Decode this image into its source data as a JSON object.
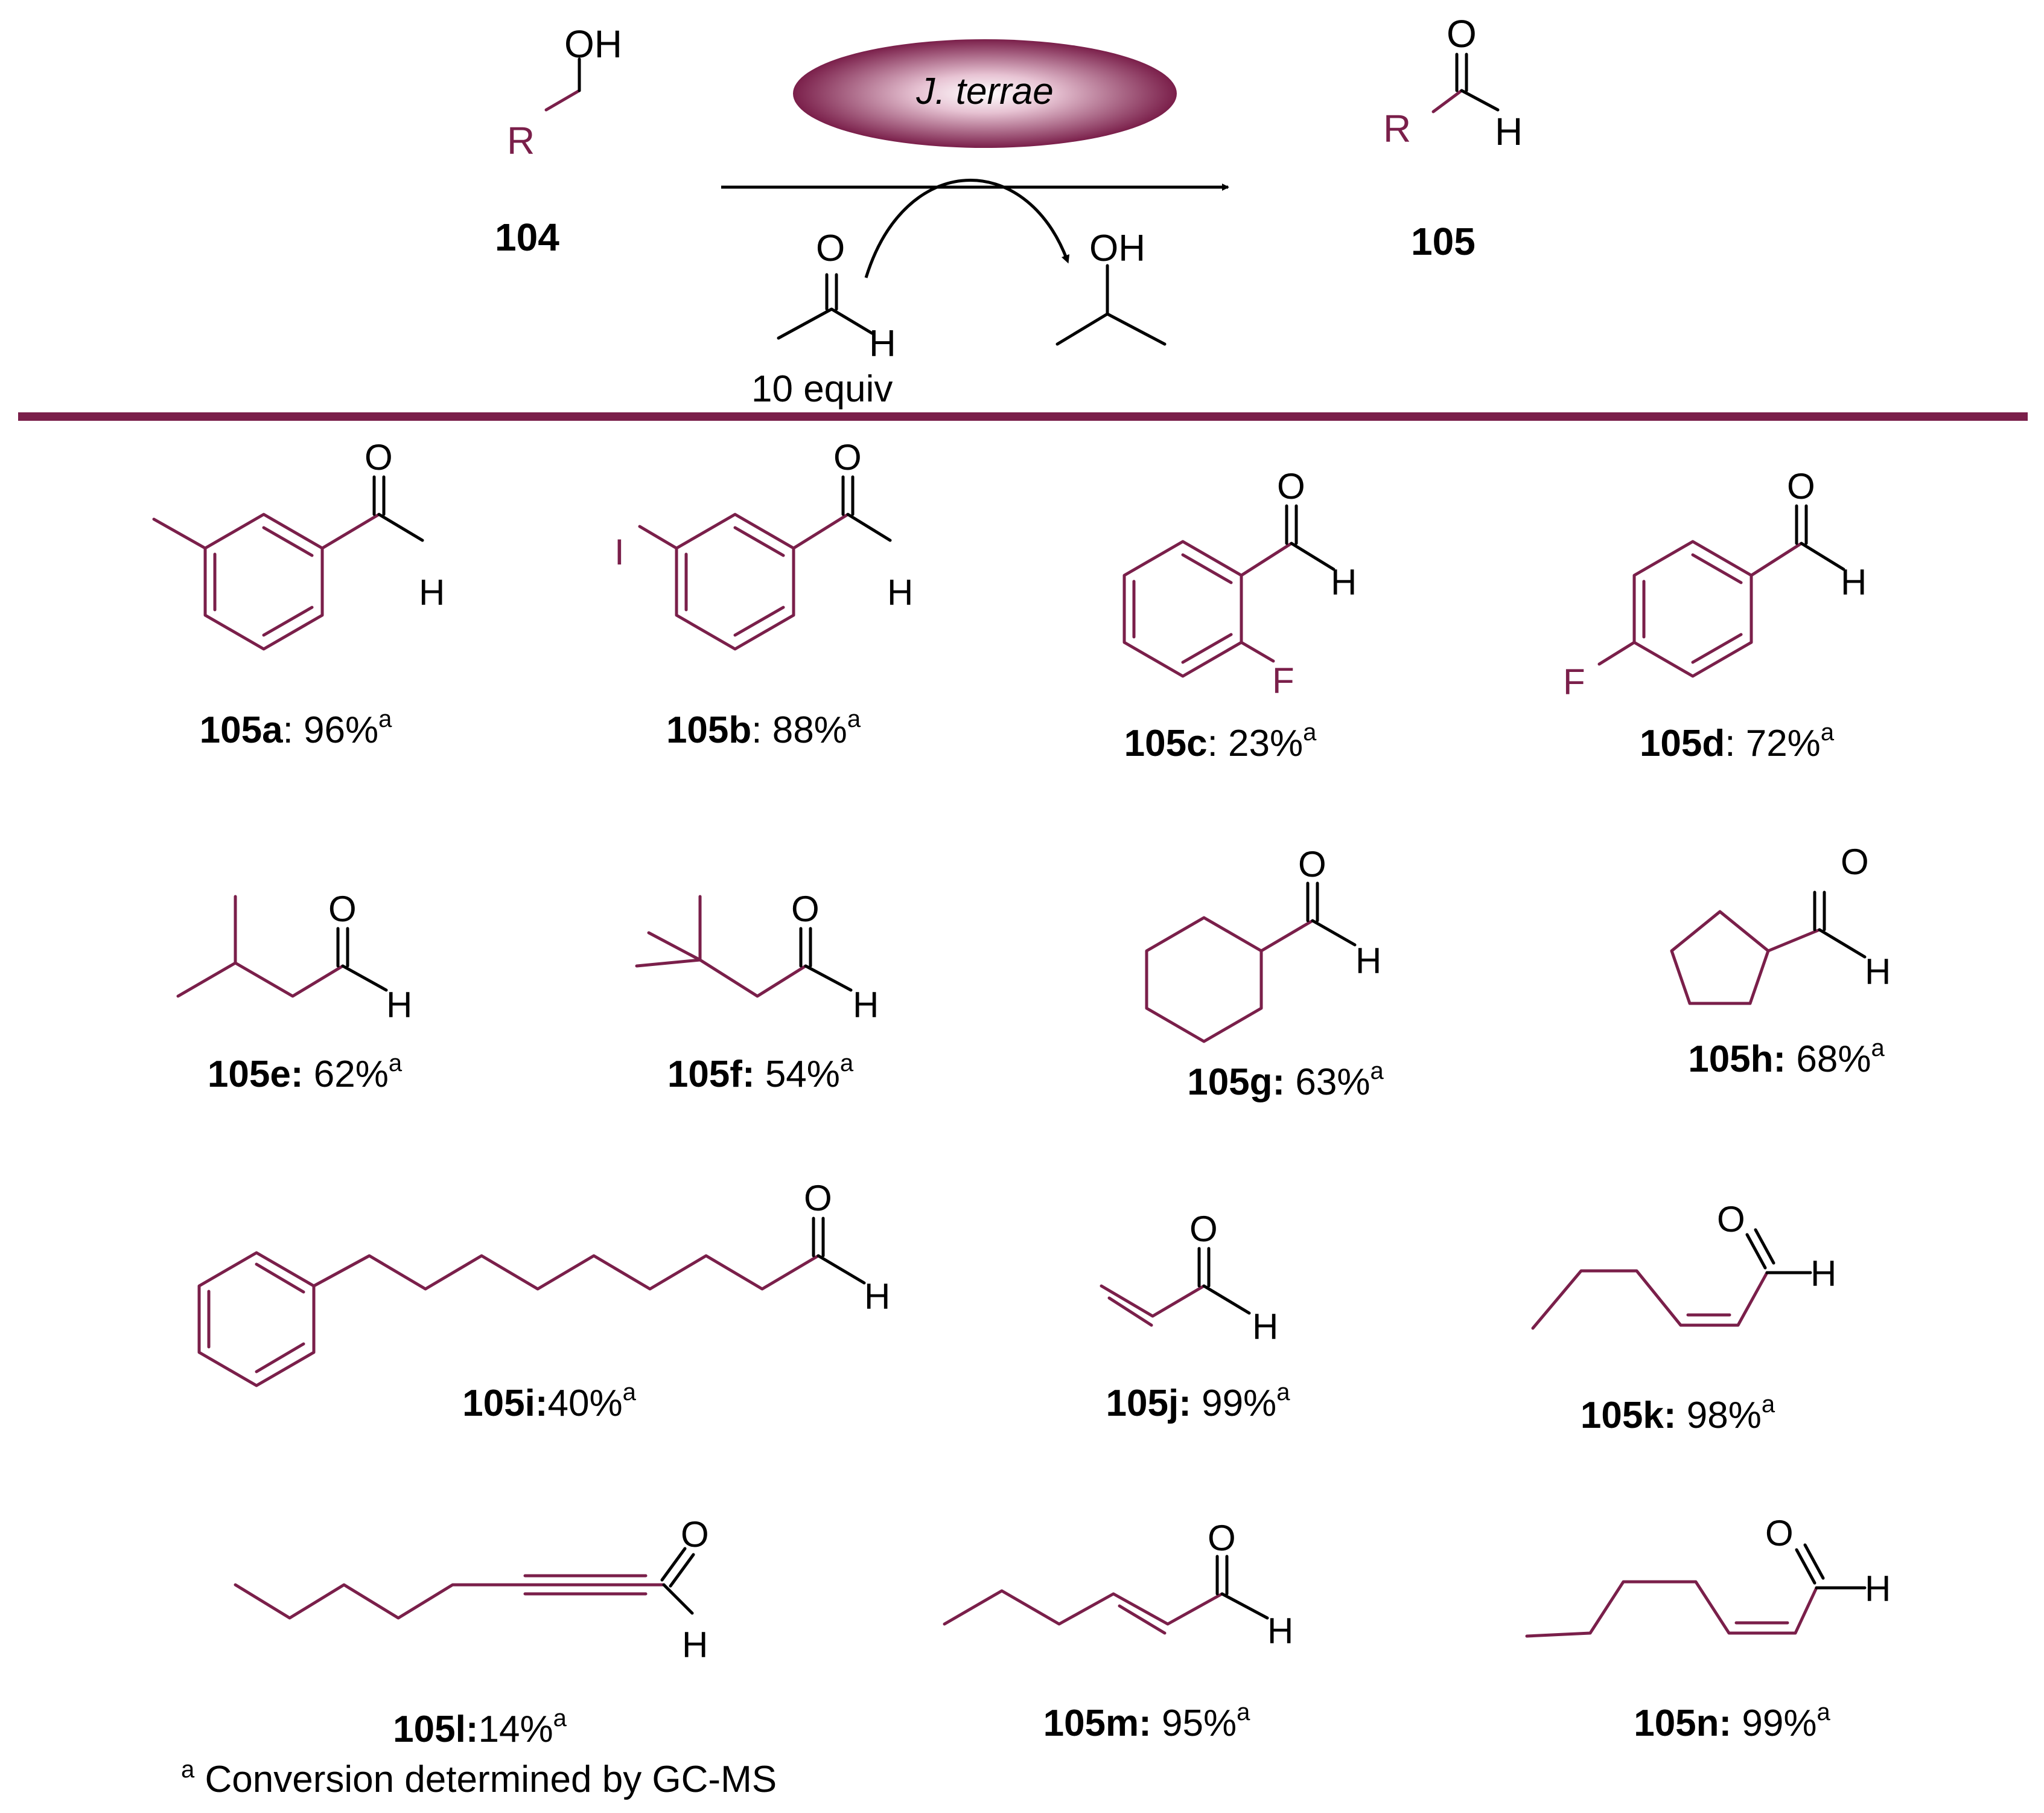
{
  "reaction": {
    "reactant_label": "104",
    "product_label": "105",
    "reactant_atoms": {
      "oh": "OH",
      "r": "R"
    },
    "product_atoms": {
      "o": "O",
      "r": "R",
      "h": "H"
    },
    "catalyst": "J. terrae",
    "cosubstrate_atoms": {
      "o": "O",
      "h": "H"
    },
    "cosubstrate_amount": "10 equiv",
    "coproduct_atoms": {
      "oh": "OH"
    }
  },
  "colors": {
    "accent": "#7a1f4a",
    "text": "#000000",
    "background": "#ffffff"
  },
  "atoms": {
    "o": "O",
    "h": "H",
    "f": "F",
    "i": "I"
  },
  "products": [
    {
      "id": "105a",
      "sep": ": ",
      "value": "96%",
      "note": "a"
    },
    {
      "id": "105b",
      "sep": ": ",
      "value": "88%",
      "note": "a"
    },
    {
      "id": "105c",
      "sep": ": ",
      "value": "23%",
      "note": "a"
    },
    {
      "id": "105d",
      "sep": ": ",
      "value": "72%",
      "note": "a"
    },
    {
      "id": "105e",
      "sep": ": ",
      "value": "62%",
      "note": "a"
    },
    {
      "id": "105f",
      "sep": ": ",
      "value": "54%",
      "note": "a"
    },
    {
      "id": "105g",
      "sep": ": ",
      "value": "63%",
      "note": "a"
    },
    {
      "id": "105h",
      "sep": ": ",
      "value": "68%",
      "note": "a"
    },
    {
      "id": "105i",
      "sep": ":",
      "value": "40%",
      "note": "a"
    },
    {
      "id": "105j",
      "sep": ": ",
      "value": "99%",
      "note": "a"
    },
    {
      "id": "105k",
      "sep": ": ",
      "value": "98%",
      "note": "a"
    },
    {
      "id": "105l",
      "sep": ":",
      "value": "14%",
      "note": "a"
    },
    {
      "id": "105m",
      "sep": ": ",
      "value": "95%",
      "note": "a"
    },
    {
      "id": "105n",
      "sep": ": ",
      "value": "99%",
      "note": "a"
    }
  ],
  "footnote": {
    "mark": "a",
    "text": " Conversion determined by GC-MS"
  }
}
